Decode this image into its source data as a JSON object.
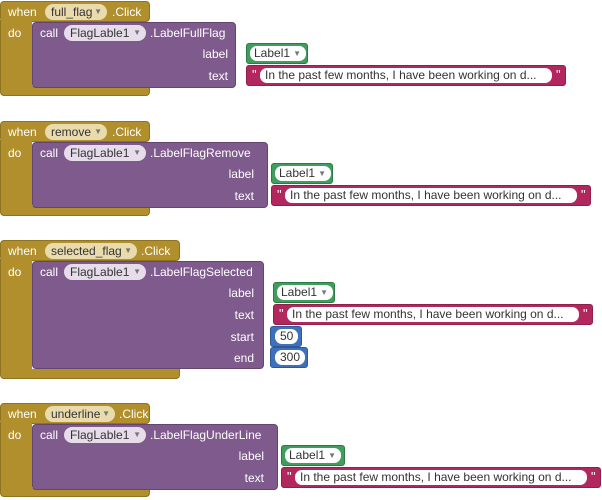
{
  "keywords": {
    "when": "when",
    "do": "do",
    "call": "call"
  },
  "blocks": [
    {
      "event_component": "full_flag",
      "event_name": ".Click",
      "component": "FlagLable1",
      "method": ".LabelFullFlag",
      "params": [
        {
          "name": "label",
          "kind": "component",
          "value": "Label1"
        },
        {
          "name": "text",
          "kind": "string",
          "value": "In the past few months, I have been working on d..."
        }
      ]
    },
    {
      "event_component": "remove",
      "event_name": ".Click",
      "component": "FlagLable1",
      "method": ".LabelFlagRemove",
      "params": [
        {
          "name": "label",
          "kind": "component",
          "value": "Label1"
        },
        {
          "name": "text",
          "kind": "string",
          "value": "In the past few months, I have been working on d..."
        }
      ]
    },
    {
      "event_component": "selected_flag",
      "event_name": ".Click",
      "component": "FlagLable1",
      "method": ".LabelFlagSelected",
      "params": [
        {
          "name": "label",
          "kind": "component",
          "value": "Label1"
        },
        {
          "name": "text",
          "kind": "string",
          "value": "In the past few months, I have been working on d..."
        },
        {
          "name": "start",
          "kind": "number",
          "value": "50"
        },
        {
          "name": "end",
          "kind": "number",
          "value": "300"
        }
      ]
    },
    {
      "event_component": "underline",
      "event_name": ".Click",
      "component": "FlagLable1",
      "method": ".LabelFlagUnderLine",
      "params": [
        {
          "name": "label",
          "kind": "component",
          "value": "Label1"
        },
        {
          "name": "text",
          "kind": "string",
          "value": "In the past few months, I have been working on d..."
        }
      ]
    }
  ],
  "colors": {
    "event": "#b08f2c",
    "call": "#7f5a8c",
    "component_block": "#3f9e5c",
    "string_block": "#b2275d",
    "number_block": "#3f70bc"
  }
}
